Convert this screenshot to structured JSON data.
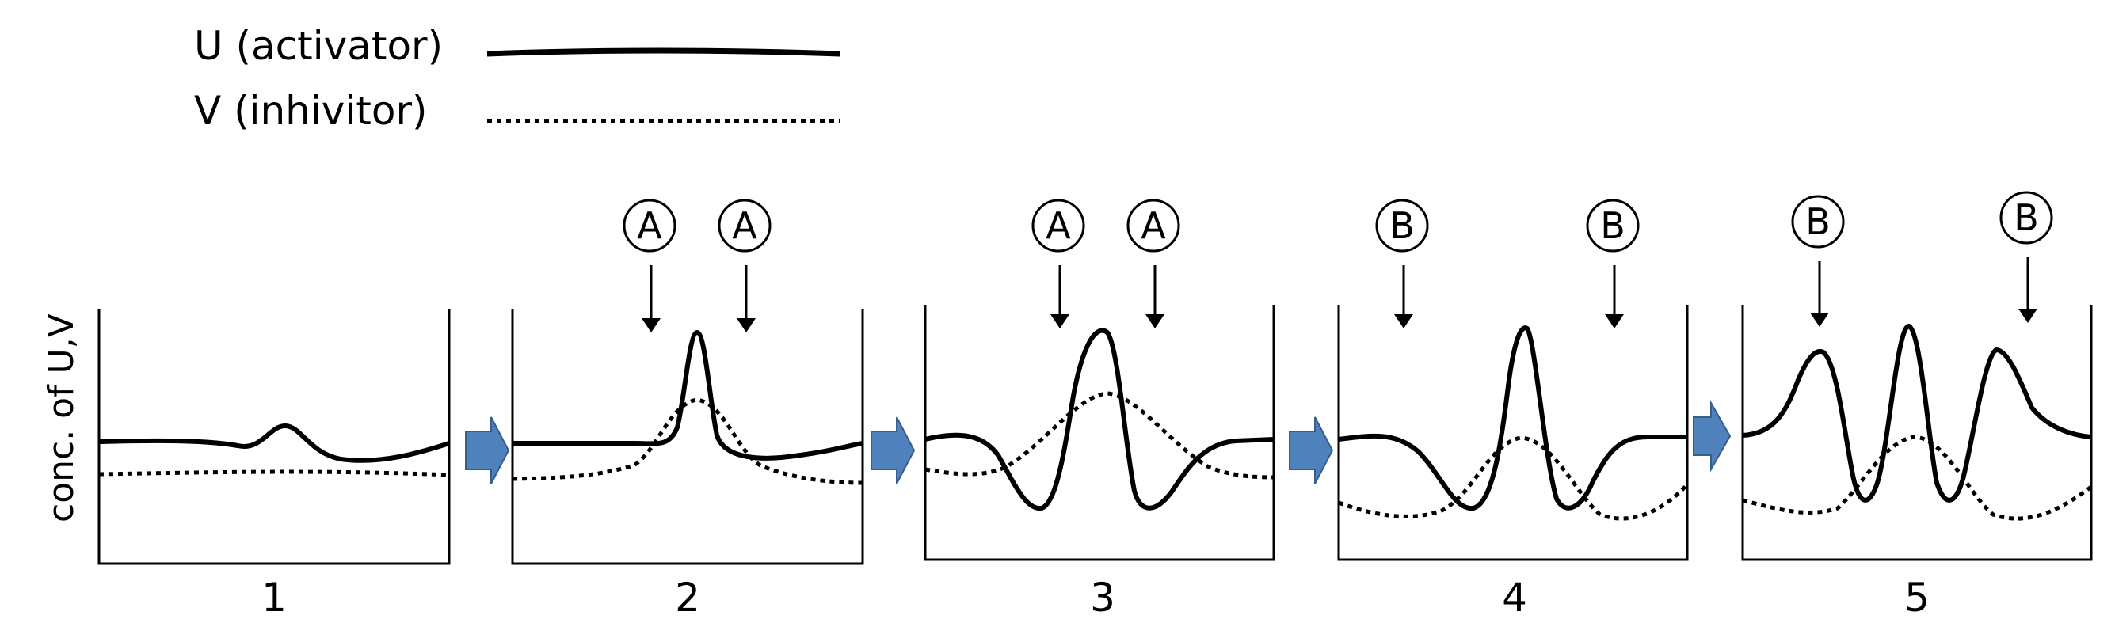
{
  "legend": [
    {
      "label": "U (activator)",
      "style": "solid"
    },
    {
      "label": "V (inhivitor)",
      "style": "dotted"
    }
  ],
  "y_axis_label": "conc. of U,V",
  "panels": [
    {
      "number": "1",
      "markers": []
    },
    {
      "number": "2",
      "markers": [
        "A",
        "A"
      ]
    },
    {
      "number": "3",
      "markers": [
        "A",
        "A"
      ]
    },
    {
      "number": "4",
      "markers": [
        "B",
        "B"
      ]
    },
    {
      "number": "5",
      "markers": [
        "B",
        "B"
      ]
    }
  ],
  "colors": {
    "line": "#000000",
    "arrow_fill": "#4f81bd",
    "arrow_stroke": "#385d8a"
  }
}
